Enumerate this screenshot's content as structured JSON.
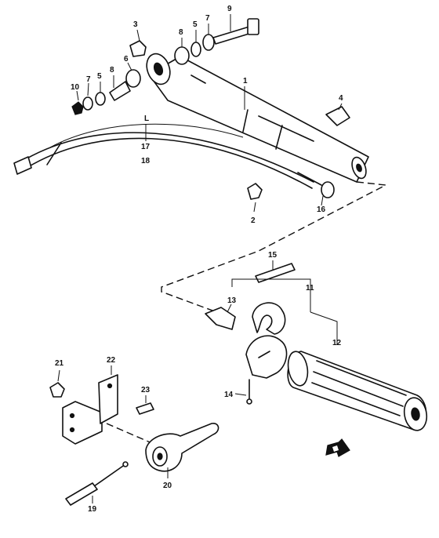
{
  "callouts": {
    "c1": "1",
    "c2": "2",
    "c3": "3",
    "c4": "4",
    "c5a": "5",
    "c5b": "5",
    "c6": "6",
    "c7a": "7",
    "c7b": "7",
    "c8a": "8",
    "c8b": "8",
    "c9": "9",
    "c10": "10",
    "c11": "11",
    "c12": "12",
    "c13": "13",
    "c14": "14",
    "c15": "15",
    "c16": "16",
    "c17": "17",
    "c18": "18",
    "c19": "19",
    "c20": "20",
    "c21": "21",
    "c22": "22",
    "c23": "23"
  },
  "marks": {
    "cable_l": "L"
  },
  "icons": {
    "direction_arrow": "front-direction-arrow-icon"
  }
}
